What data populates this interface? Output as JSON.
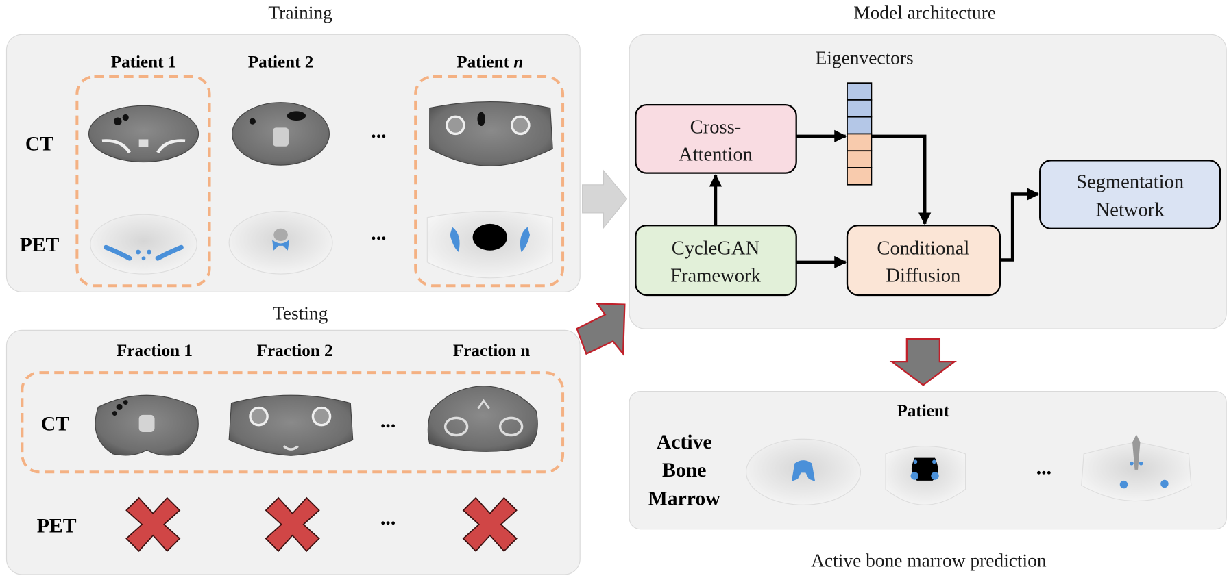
{
  "training": {
    "title": "Training",
    "columns": [
      {
        "label": "Patient 1",
        "highlighted": true
      },
      {
        "label": "Patient 2",
        "highlighted": false
      },
      {
        "label_prefix": "Patient ",
        "label_italic": "n",
        "highlighted": true
      }
    ],
    "rows": [
      "CT",
      "PET"
    ],
    "ellipsis": "..."
  },
  "testing": {
    "title": "Testing",
    "columns": [
      "Fraction 1",
      "Fraction 2",
      "Fraction n"
    ],
    "rows": [
      "CT",
      "PET"
    ],
    "pet_status": "unavailable",
    "ellipsis": "..."
  },
  "model": {
    "title": "Model architecture",
    "eigen_label": "Eigenvectors",
    "eigen_cells": [
      "blue",
      "blue",
      "blue",
      "orange",
      "orange",
      "orange"
    ],
    "nodes": {
      "cross_attention": [
        "Cross-",
        "Attention"
      ],
      "cyclegan": [
        "CycleGAN",
        "Framework"
      ],
      "diffusion": [
        "Conditional",
        "Diffusion"
      ],
      "segmentation": [
        "Segmentation",
        "Network"
      ]
    },
    "colors": {
      "cross_attention": "#f9dce2",
      "cyclegan": "#e2f0d9",
      "diffusion": "#fbe5d6",
      "segmentation": "#dae3f3",
      "eigen_blue": "#b4c7e7",
      "eigen_orange": "#f8cbad",
      "dashed_outline": "#f4b183",
      "mask_blue": "#4a90d9",
      "cross_red": "#d04646"
    }
  },
  "prediction": {
    "column_label": "Patient",
    "row_label": [
      "Active",
      "Bone",
      "Marrow"
    ],
    "ellipsis": "...",
    "caption": "Active bone marrow prediction"
  }
}
